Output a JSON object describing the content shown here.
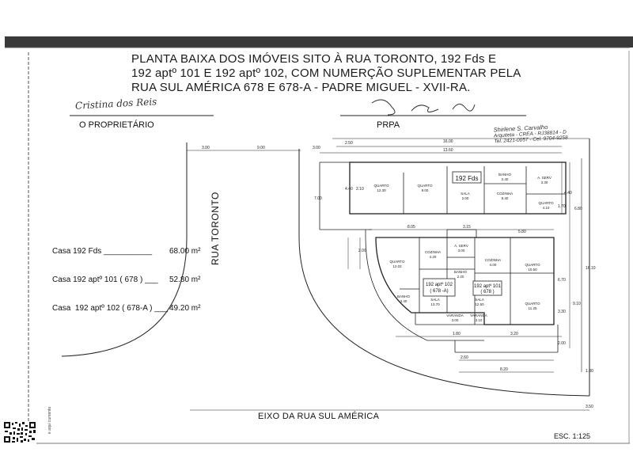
{
  "document": {
    "title_lines": [
      "PLANTA BAIXA  DOS  IMÓVEIS SITO  À RUA TORONTO, 192 Fds  E",
      "192 aptº 101  E 192 aptº 102, COM NUMERÇÃO  SUPLEMENTAR  PELA",
      "RUA SUL AMÉRICA 678 E 678-A - PADRE MIGUEL - XVII-RA."
    ],
    "owner_signature": "Cristina dos Reis",
    "owner_label": "O PROPRIETÁRIO",
    "prpa_label": "PRPA",
    "architect": {
      "name": "Shirlene S. Carvalho",
      "line2": "Arquiteta - CREA - RJ38814 - D",
      "line3": "Tel. 2421-0057 - Cel. 9704-9258"
    },
    "areas": [
      {
        "label": "Casa 192 Fds ___________",
        "value": "68.00 m²"
      },
      {
        "label": "Casa 192 aptº 101 ( 678 ) ___",
        "value": "52.80 m²"
      },
      {
        "label": "Casa  192 aptº 102 ( 678-A ) ___",
        "value": "49.20 m²"
      }
    ],
    "street_vertical": "RUA TORONTO",
    "street_horizontal": "EIXO DA RUA SUL AMÉRICA",
    "scale": "ESC. 1:125",
    "side_note": "e aqui  cumento"
  },
  "plan": {
    "dims_top": [
      "3.00",
      "9.00",
      "3.00",
      "2.50",
      "16.00",
      "13.60"
    ],
    "dims_mid": [
      "8.05",
      "3.15",
      "5.80"
    ],
    "dims_side": [
      "4.40",
      "2.10",
      "7.00",
      "6.80",
      "4.40",
      "1.70",
      "2.00",
      "16.10",
      "6.70",
      "9.10",
      "3.30",
      "2.00"
    ],
    "dims_bottom": [
      "1.80",
      "3.20",
      "2.60",
      "8.20",
      "1.80",
      "3.50"
    ],
    "rooms_front": [
      {
        "name": "QUARTO",
        "area": "12.30"
      },
      {
        "name": "QUARTO",
        "area": "9.00"
      },
      {
        "name": "SALA",
        "area": "2.00"
      },
      {
        "name": "BANHO",
        "area": "2.40"
      },
      {
        "name": "COZINHA",
        "area": "8.40"
      },
      {
        "name": "A. SERV",
        "area": "3.30"
      },
      {
        "name": "QUARTO",
        "area": "4.10"
      }
    ],
    "unit_front": "192 Fds",
    "rooms_back": [
      {
        "name": "QUARTO",
        "area": "12.02"
      },
      {
        "name": "COZINHA",
        "area": "4.20"
      },
      {
        "name": "A. SERV",
        "area": "3.00"
      },
      {
        "name": "COZINHA",
        "area": "4.00"
      },
      {
        "name": "QUARTO",
        "area": "10.50"
      },
      {
        "name": "BANHO",
        "area": "3.40"
      },
      {
        "name": "SALA",
        "area": "13.70"
      },
      {
        "name": "BANHO",
        "area": "2.20"
      },
      {
        "name": "SALA",
        "area": "12.50"
      },
      {
        "name": "QUARTO",
        "area": "11.25"
      },
      {
        "name": "VARANDA",
        "area": "3.00"
      },
      {
        "name": "VARANDA",
        "area": "3.10"
      }
    ],
    "unit_102": [
      "192 aptº 102",
      "( 678 -A)"
    ],
    "unit_101": [
      "192 aptº 101",
      "( 678 )"
    ]
  }
}
